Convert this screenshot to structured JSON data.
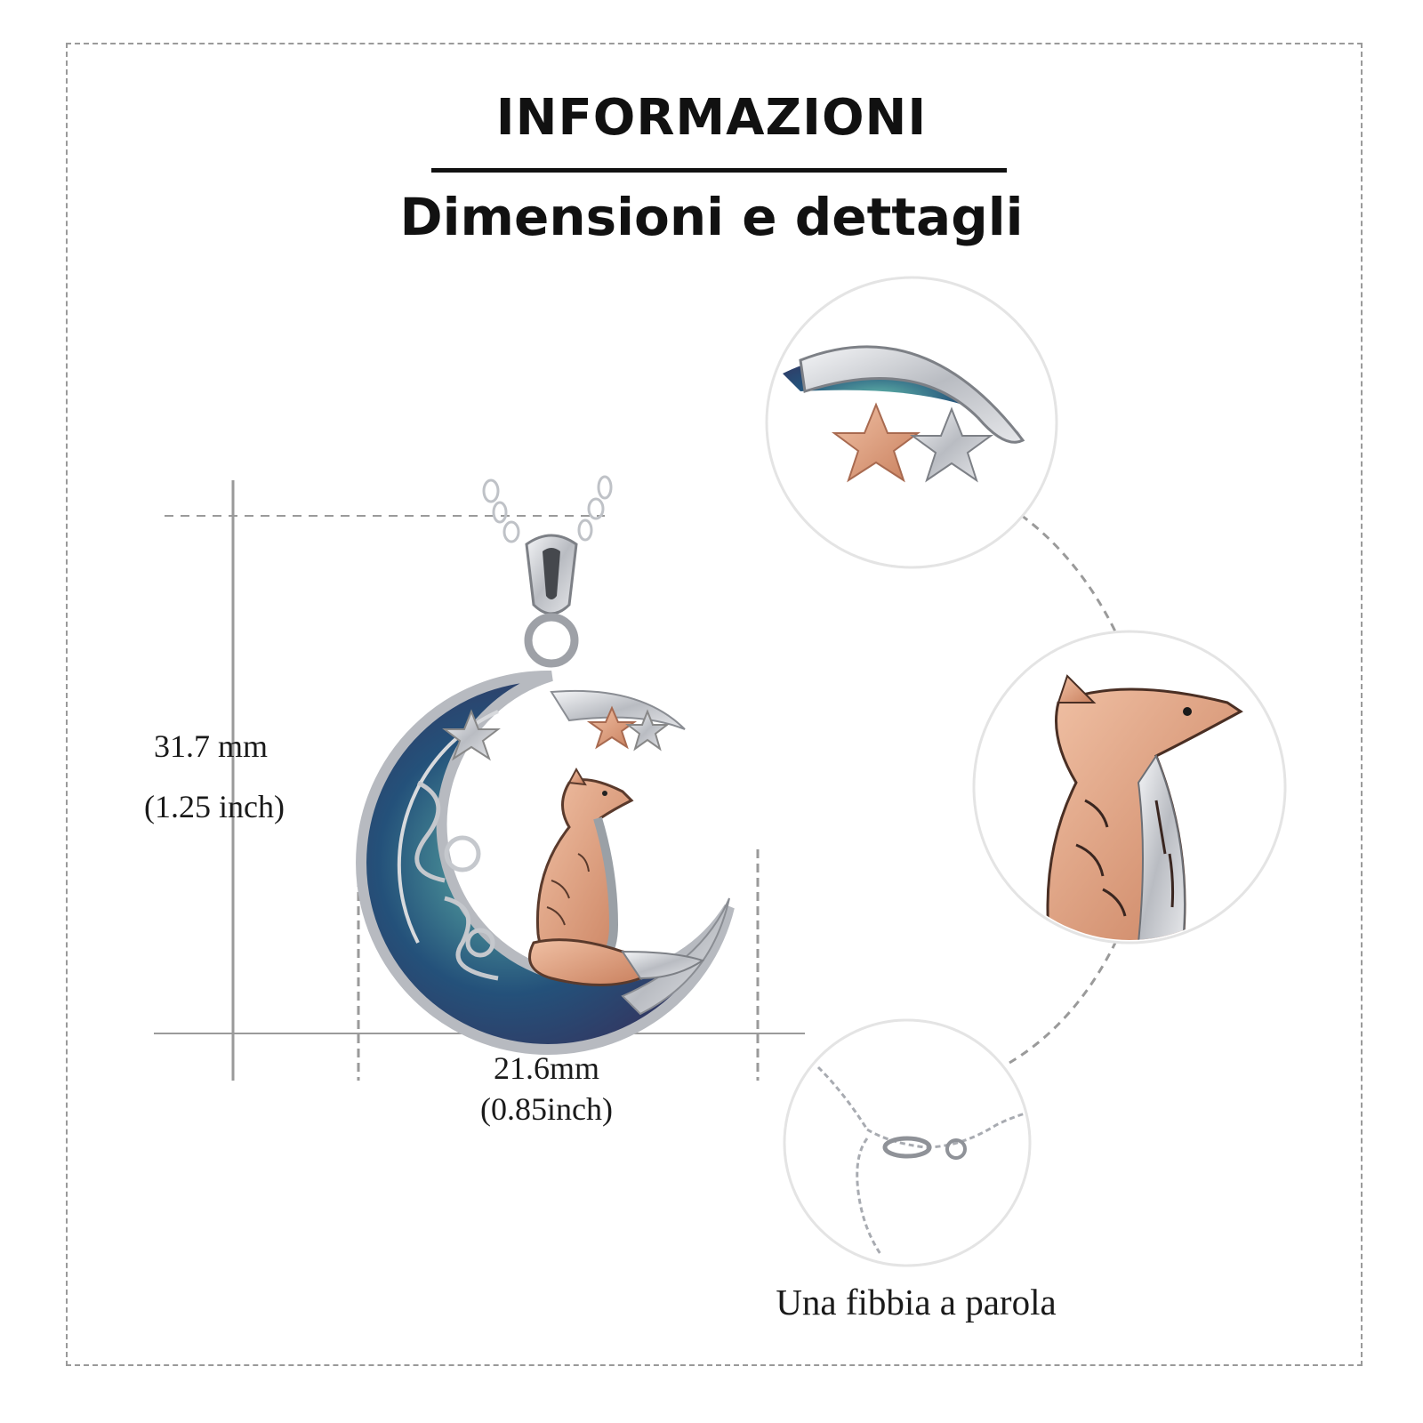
{
  "header": {
    "title": "INFORMAZIONI",
    "subtitle": "Dimensioni e dettagli"
  },
  "dimensions": {
    "height_mm": "31.7 mm",
    "height_inch": "(1.25 inch)",
    "width_mm": "21.6mm",
    "width_inch": "(0.85inch)"
  },
  "details": {
    "clasp_caption": "Una fibbia a parola"
  },
  "colors": {
    "silver": "#c9cbd0",
    "rose_gold": "#e0a080",
    "abalone": "#2f6f7a",
    "guide_line": "#9a9a9a"
  }
}
